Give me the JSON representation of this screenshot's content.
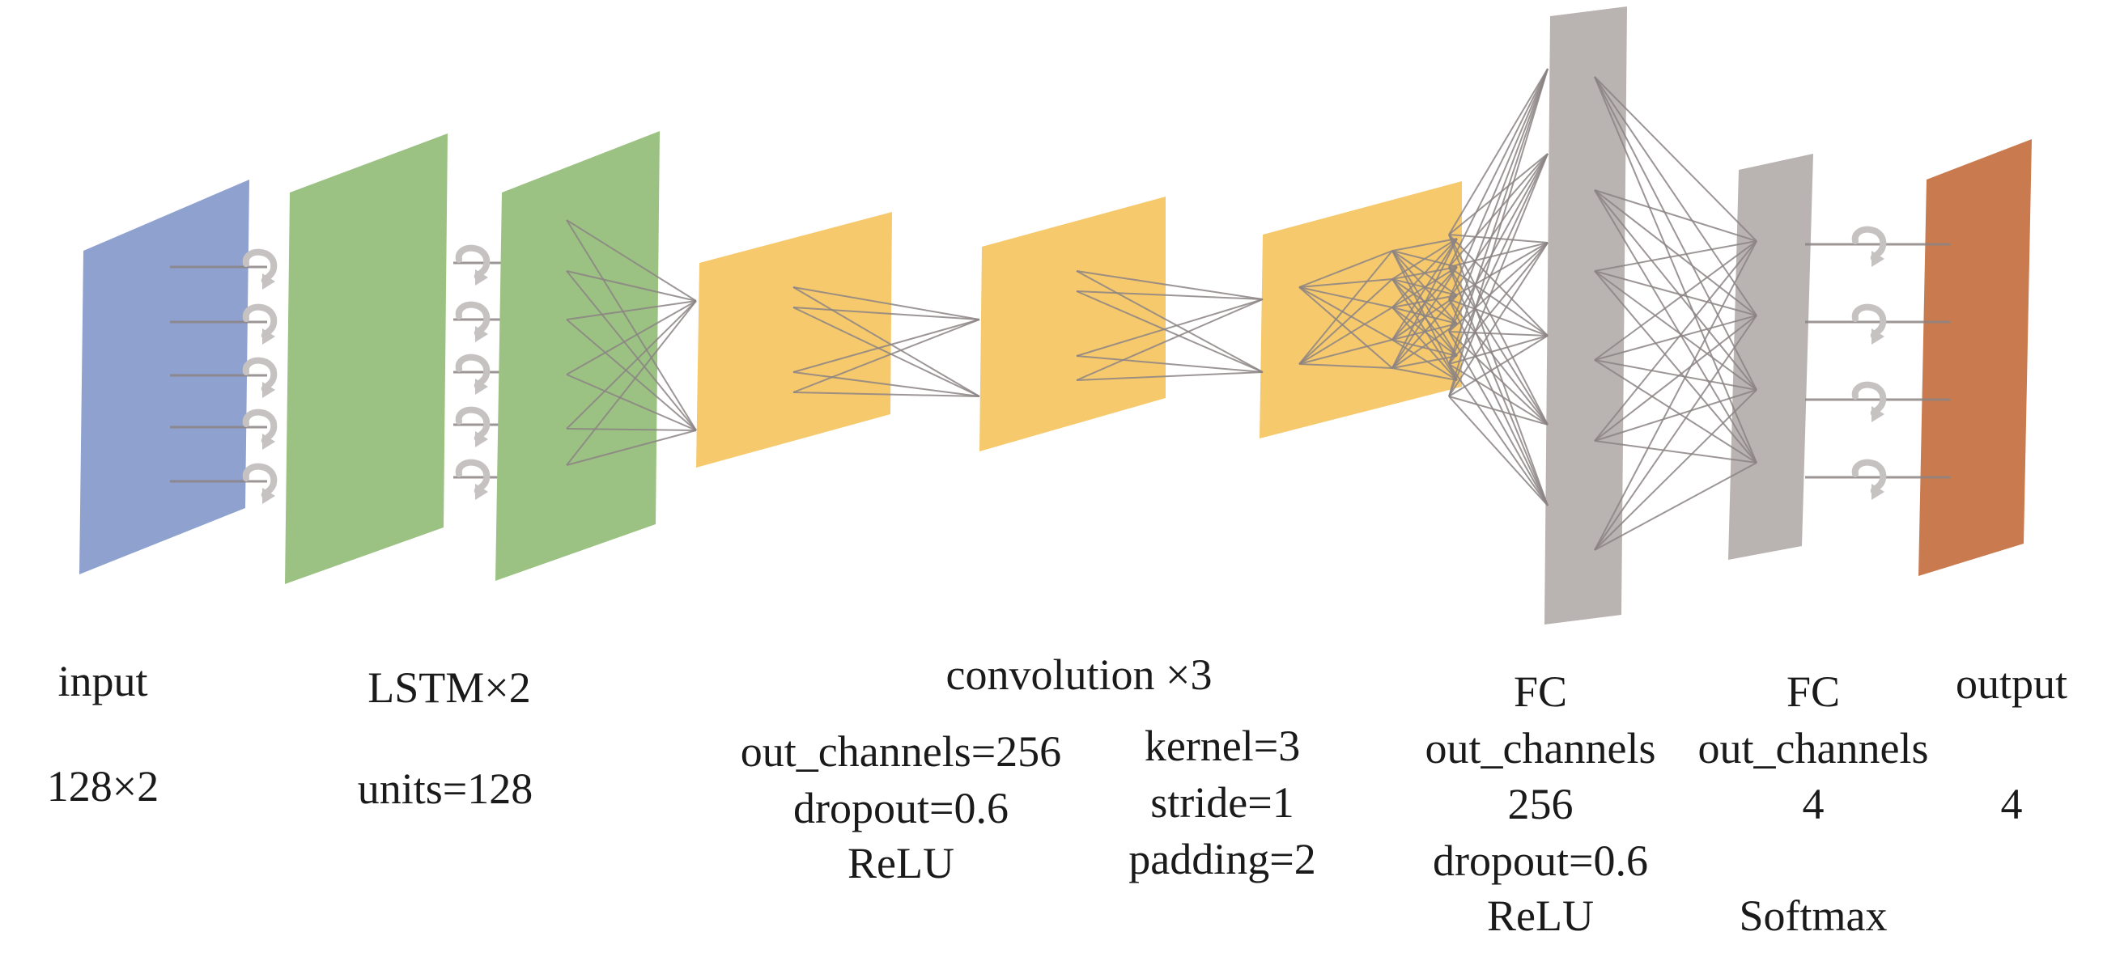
{
  "colors": {
    "input": "#8fa1cf",
    "lstm": "#9bc283",
    "conv": "#f6c96c",
    "fc": "#b9b3b2",
    "output": "#c97a4e",
    "connection": "#8c8484",
    "arrow": "#c6c2c2"
  },
  "labels": {
    "input_title": "input",
    "input_shape": "128×2",
    "lstm_title": "LSTM×2",
    "lstm_units": "units=128",
    "conv_title": "convolution ×3",
    "conv_channels": "out_channels=256",
    "conv_dropout": "dropout=0.6",
    "conv_activation": "ReLU",
    "conv_kernel": "kernel=3",
    "conv_stride": "stride=1",
    "conv_padding": "padding=2",
    "fc1_title": "FC",
    "fc1_channels_label": "out_channels",
    "fc1_channels_value": "256",
    "fc1_dropout": "dropout=0.6",
    "fc1_activation": "ReLU",
    "fc2_title": "FC",
    "fc2_channels_label": "out_channels",
    "fc2_channels_value": "4",
    "fc2_activation": "Softmax",
    "output_title": "output",
    "output_value": "4"
  }
}
